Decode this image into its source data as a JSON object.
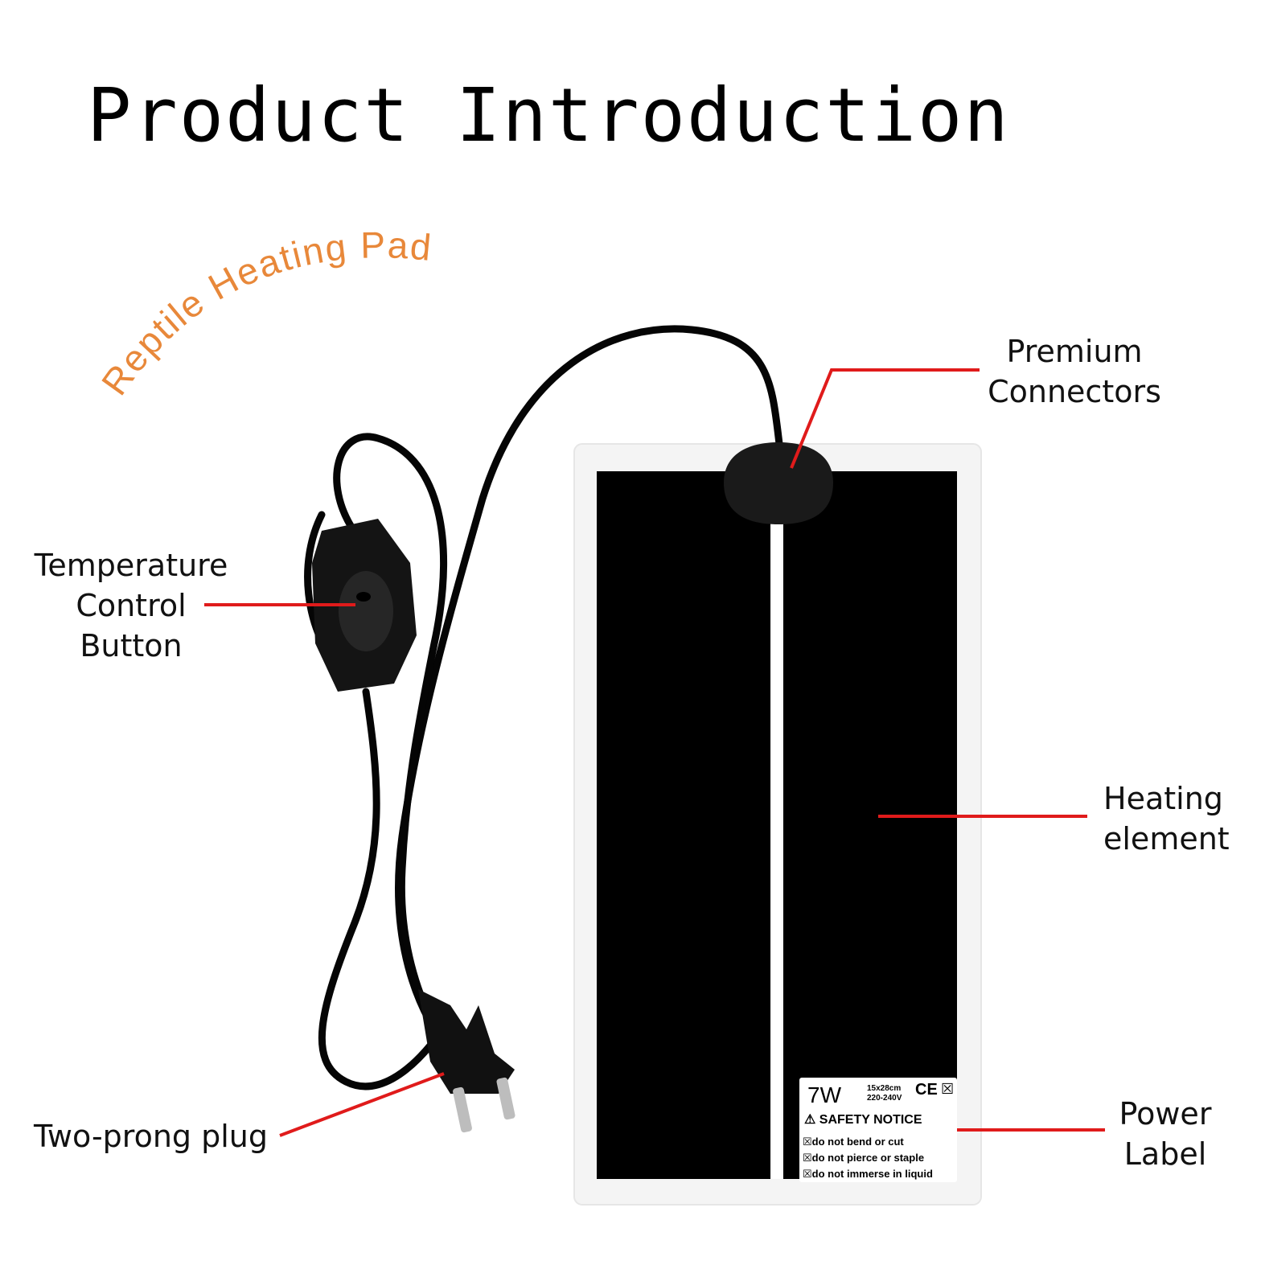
{
  "title": "Product Introduction",
  "product_name": "Reptile Heating Pad",
  "callouts": {
    "premium_connectors": [
      "Premium",
      "Connectors"
    ],
    "temperature_control": [
      "Temperature",
      "Control",
      "Button"
    ],
    "heating_element": [
      "Heating",
      "element"
    ],
    "two_prong_plug": "Two-prong plug",
    "power_label": [
      "Power",
      "Label"
    ]
  },
  "power_label": {
    "wattage": "7W",
    "size": "15x28cm",
    "voltage": "220-240V",
    "cert": "CE",
    "recycle": "☒",
    "safety_heading": "⚠ SAFETY NOTICE",
    "notices": [
      "do not bend or cut",
      "do not pierce or staple",
      "do not immerse in liquid"
    ]
  },
  "colors": {
    "accent_orange": "#e8883a",
    "leader_red": "#e01b1b",
    "pad_black": "#000000",
    "pad_frame": "#f4f4f4"
  }
}
